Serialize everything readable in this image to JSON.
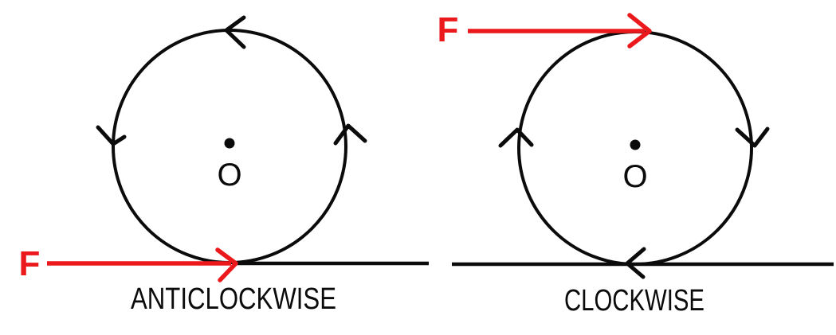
{
  "colors": {
    "force": "#EB191C",
    "ink": "#0B0B0B",
    "background": "#FFFFFF"
  },
  "panels": [
    {
      "caption": "ANTICLOCKWISE",
      "force_label": "F",
      "center_label": "O",
      "rotation": "anticlockwise",
      "force_direction": "right",
      "force_applied_at": "bottom tangent of wheel, along ground line"
    },
    {
      "caption": "CLOCKWISE",
      "force_label": "F",
      "center_label": "O",
      "rotation": "clockwise",
      "force_direction": "right",
      "force_applied_at": "top tangent of wheel"
    }
  ]
}
